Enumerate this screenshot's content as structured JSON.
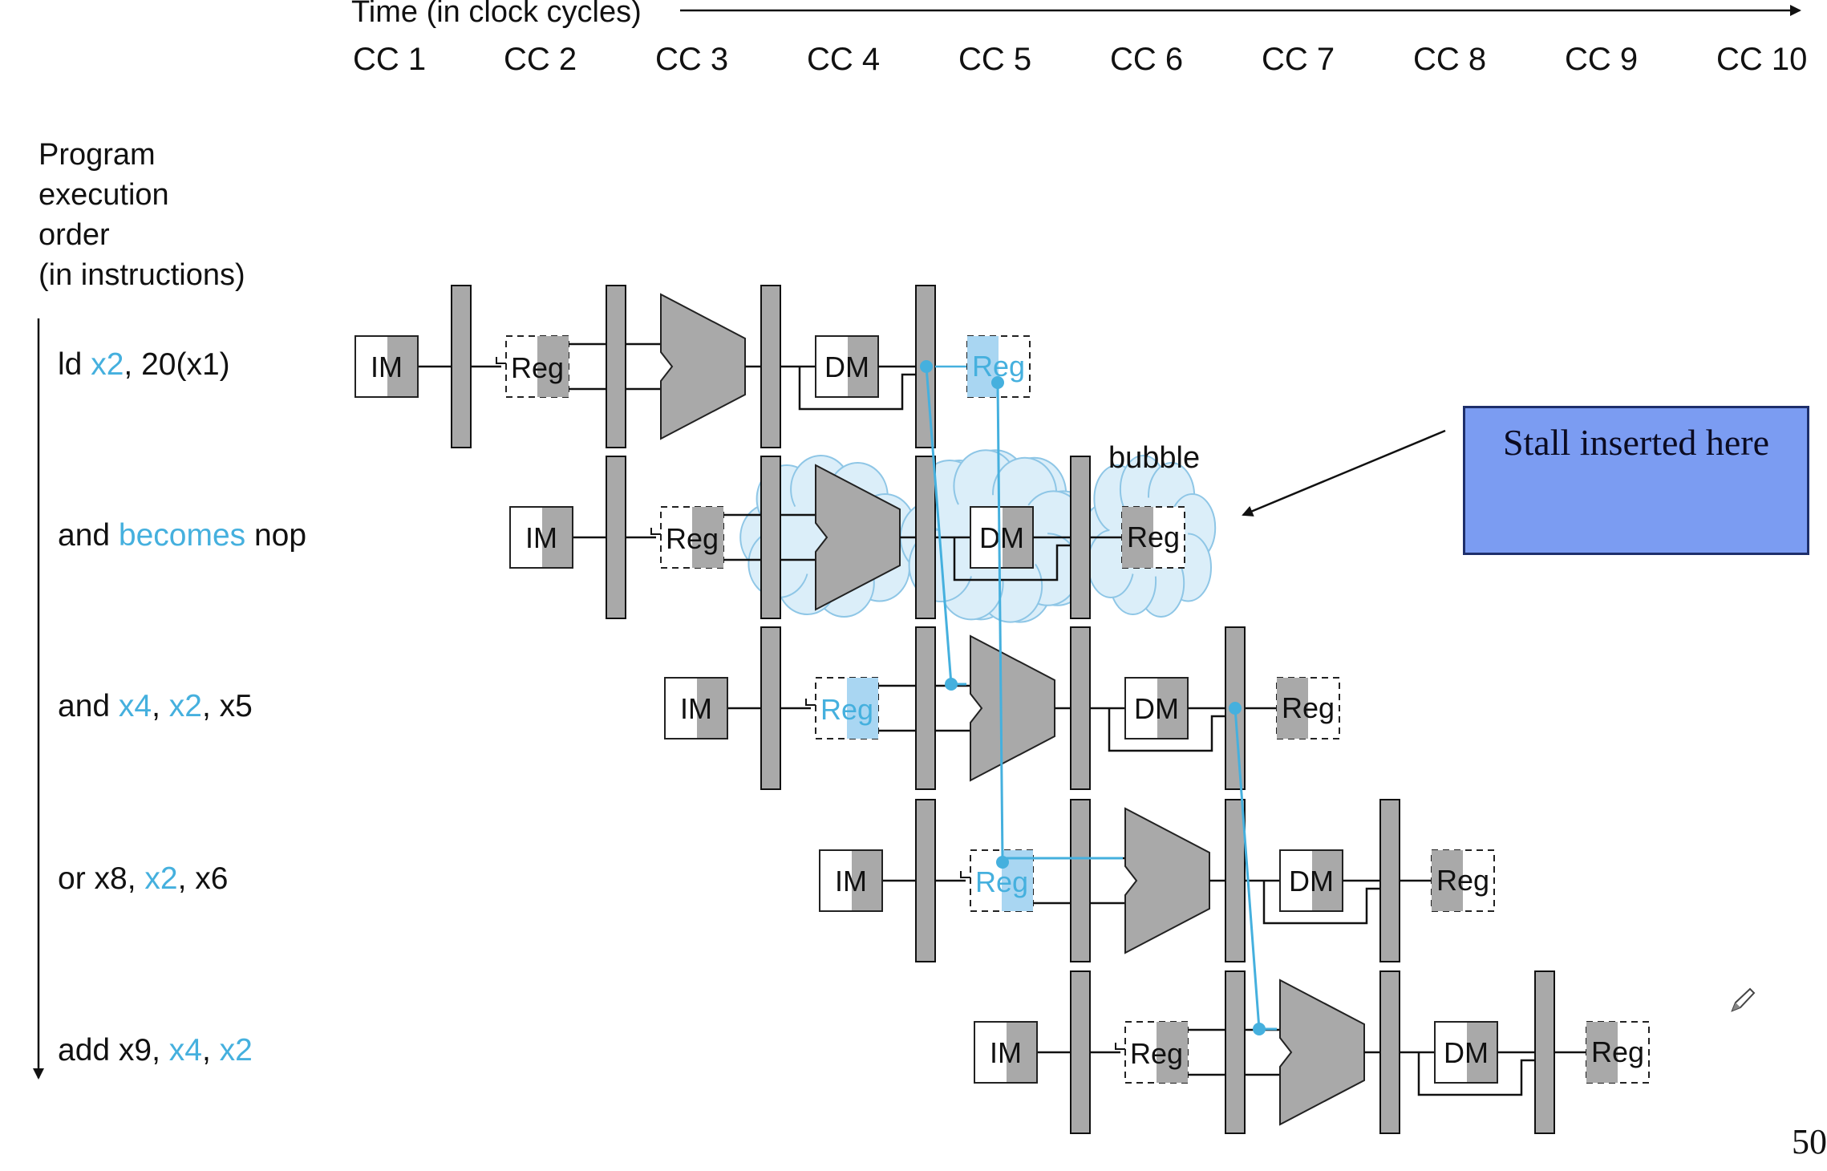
{
  "header": {
    "time_label": "Time (in clock cycles)",
    "cycles": [
      "CC 1",
      "CC 2",
      "CC 3",
      "CC 4",
      "CC 5",
      "CC 6",
      "CC 7",
      "CC 8",
      "CC 9",
      "CC 10"
    ]
  },
  "order_label": [
    "Program",
    "execution",
    "order",
    "(in instructions)"
  ],
  "instructions": [
    {
      "parts": [
        {
          "t": "ld ",
          "hl": false
        },
        {
          "t": "x2",
          "hl": true
        },
        {
          "t": ", 20(x1)",
          "hl": false
        }
      ]
    },
    {
      "parts": [
        {
          "t": "and ",
          "hl": false
        },
        {
          "t": "becomes",
          "hl": true
        },
        {
          "t": " nop",
          "hl": false
        }
      ]
    },
    {
      "parts": [
        {
          "t": "and ",
          "hl": false
        },
        {
          "t": "x4",
          "hl": true
        },
        {
          "t": ", ",
          "hl": false
        },
        {
          "t": "x2",
          "hl": true
        },
        {
          "t": ", x5",
          "hl": false
        }
      ]
    },
    {
      "parts": [
        {
          "t": "or x8, ",
          "hl": false
        },
        {
          "t": "x2",
          "hl": true
        },
        {
          "t": ", x6",
          "hl": false
        }
      ]
    },
    {
      "parts": [
        {
          "t": "add x9, ",
          "hl": false
        },
        {
          "t": "x4",
          "hl": true
        },
        {
          "t": ", ",
          "hl": false
        },
        {
          "t": "x2",
          "hl": true
        }
      ]
    }
  ],
  "stage_labels": {
    "im": "IM",
    "reg": "Reg",
    "dm": "DM"
  },
  "bubble_label": "bubble",
  "stall_note": "Stall inserted here",
  "page_number": "50",
  "colors": {
    "highlight": "#45b0de",
    "unit_gray": "#a9a9a9",
    "note_fill": "#7b9cf2",
    "cloud": "#dbeef9"
  }
}
